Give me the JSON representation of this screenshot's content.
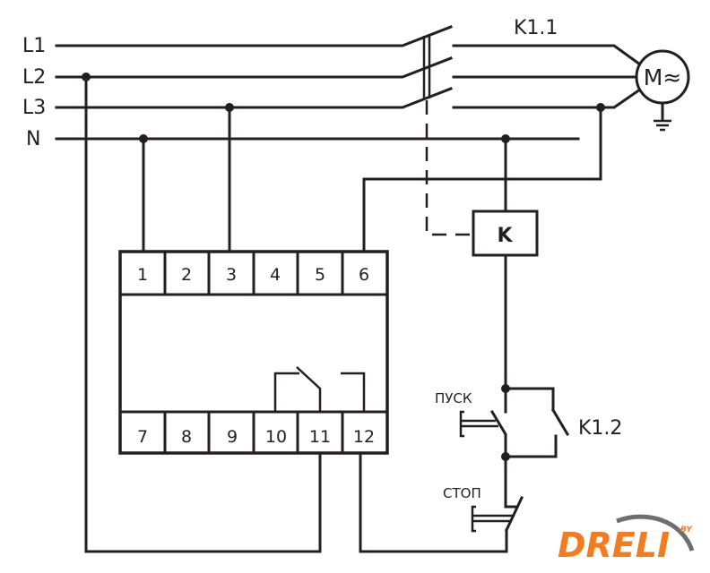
{
  "diagram": {
    "title": "Relay wiring diagram with motor contactor",
    "bus_lines": [
      {
        "label": "L1"
      },
      {
        "label": "L2"
      },
      {
        "label": "L3"
      },
      {
        "label": "N"
      }
    ],
    "relay": {
      "top_terminals": [
        "1",
        "2",
        "3",
        "4",
        "5",
        "6"
      ],
      "bottom_terminals": [
        "7",
        "8",
        "9",
        "10",
        "11",
        "12"
      ]
    },
    "contactor_main_contacts": "K1.1",
    "contactor_coil": "K",
    "contactor_aux_contact": "K1.2",
    "motor_label": "M≈",
    "start_button": "ПУСК",
    "stop_button": "СТОП"
  },
  "logo": {
    "text": "DRELI",
    "suffix": "BY",
    "color": "#f47b20",
    "swoosh_color": "#6d6e71"
  }
}
